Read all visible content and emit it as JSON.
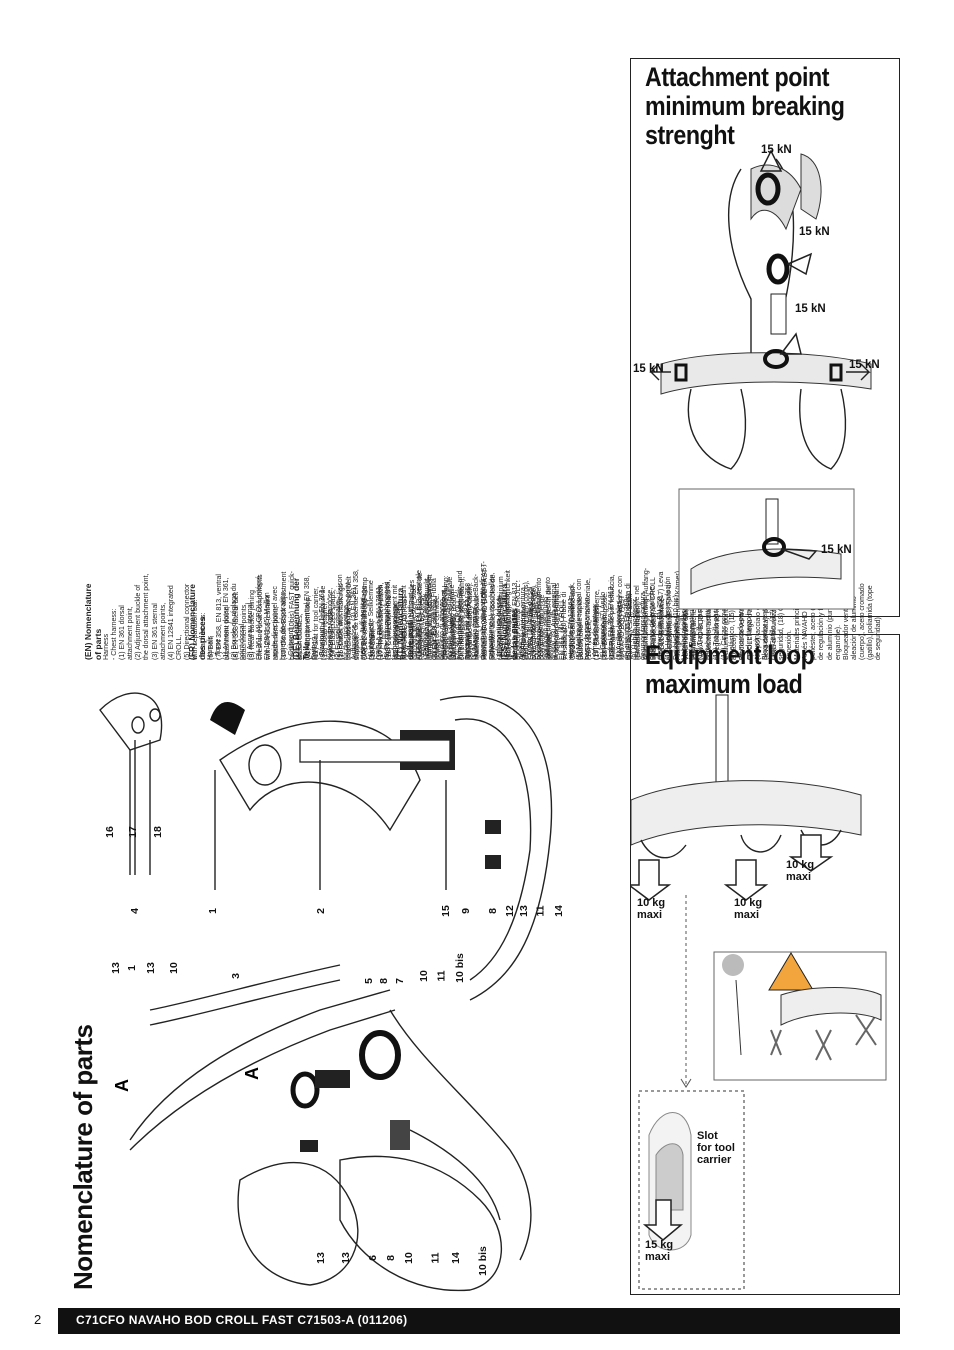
{
  "page": {
    "number": "2",
    "footer": "C71CFO NAVAHO BOD CROLL FAST  C71503-A (011206)"
  },
  "nomenclature": {
    "title": "Nomenclature of parts",
    "letter_a": "A",
    "callouts_left": [
      "13",
      "1",
      "13",
      "10",
      "3",
      "5",
      "8",
      "7",
      "10",
      "11",
      "10 bis"
    ],
    "callouts_bottom": [
      "13",
      "13",
      "6",
      "8",
      "10",
      "11",
      "14",
      "10 bis"
    ],
    "callouts_right": [
      "4",
      "16",
      "17",
      "18",
      "1",
      "2",
      "15",
      "9",
      "8",
      "12",
      "13",
      "11",
      "14"
    ]
  },
  "columns": [
    {
      "heading": "(EN) Nomenclature\nof parts",
      "body": "Harness\n- Chest harness:\n(1) EN 361 dorsal\nattachment point,\n(2) Adjustment buckle of\nthe dorsal attachment point,\n(3) EN 361 sternal\nattachment points,\n(4) EN 12841 integrated\nCROLL,\n(5) Directional connector\nwith separation bar.\n- Seat harness:\n(6) Belt,\n(7) EN 358, EN 813, ventral\nattachment point,\n(8) EN 358 lateral belt\nattachment points,\n(9) Rear buckle joining\nchest and seat components\nwith EN 358 restraint\nattachment point,\n(10) DoubleBack adjustment\nbuckles, (10bis) FAST quick-\nattach buckles,\n(11) Equipment loop,\n(12) Slot for tool carrier,\n(13) Strap retainer,\n(14) Elasticized straps,\n(15) Label with markings\nthat shows in the waist belt\nsupport.\nCROLL ventral rope clamp\n(16) Cam,\n(17) Trigger/safety catch,\n(18) Connection hole.\nPrincipal materials\nNAVAHO BOD FAST\nharness: polyester, steel\n(adjustment buckles),\naluminum alloy (attachment\npoints)\nCROLL ventral rope clamp:\naluminum alloy (body),\nchrome-plated steel (cam),\npolyamide (safety catch)."
    },
    {
      "heading": "(FR) Nomenclature\ndes pièces",
      "body": "Harnais\n- Torse :\n(1) Anneau dorsal EN 361,\n(2) Boucle de réglage du\npoint dorsal,\n(3) Anneau sternal\nEN 361, (4) CROLL intégré\nEN 12841, (5) Maillon\nrapide directionnel avec\nbarrette de séparation.\n- Cuissard :\n(6) Ceinture,\n(7) Anneau ventral EN 358,\nEN 813,\n(8) Anneaux latéraux de\nceinture EN 358,\n(9) Boucle arrière de liaison\ntorse-cuissard avec point\nd'attache de retenue EN 358,\n(10) Boucles de réglage\nDoubleBack,\n(10 bis) Boucles rapides\nFAST, (11) Porte-matériel,\n(12) Passant pour\nporte-outil, (13) Passant\npour sangle, (14) Sangles\nélastiques, (15) Étiquette de\nmarquage à ranger dans le\nrenfort de la ceinture.\nBloqueur ventral CROLL\n(16) Gâchette,\n(17) Taquet de sécurité,\n(18) Trou de connexion.\nMatériaux principaux\nHarnais NAVAHO BOD FAST :\npolyester, acier (boucles de\nréglage), alliage aluminium\n(points d'attache).\nBloqueur ventral CROLL :\nalliage aluminium (corps),\nacier chromé (gâchette),\npolyamide (taquet de\nsécurité)."
    },
    {
      "heading": "(DE) Benennung der\nTeile",
      "body": "Gurt\n- Brustgurt: (1) EN 361\nrückseitige Auffangöse,\n(2) Einstellschnalle\nfür die rückseitige\nAuffangöse, (3) EN 361\nsternale Auffangöse,\n(4) integrierte Seilklemme\nCROLL nach EN 12841,\n(5) Richtungsabhängiges\nVerbindungselement mit\nTrennsteg.\n- Sitzgurt: (6) Hüftgurt,\n(7) EN 358, EN 813, zentrale\nHalteöse am Schwerpunkt,\n(8) EN 358 seitliche\nHalteösen am Hüftgurt,\n(9) Rückseitige Schnalle\nzum Verbinden von Sitz- und\nBrustgurt mit der EN 358\nHalteöse, (10) DoubleBack-\nEinstellschnallen, (10bis) FAST-\nSchnellverschlussschnallen,\n(11) Materialschlaufe,\n(12) Befestigungsmöglichkeit\nfür Gerätehalter,\n(13) Riemenhalter,\n(14) Elastische Riemen,\n(15) Etikett mit\nKennzeichnungen in der\nPolsterung des Hüftgurts\nverstaubar.\nCROLL-Seilklemme auf\nBauchhöhe\n(16) Nocken,\n(17) Sicherheitssperre,\n(18) Befestigungsöse.\nMaterialien\nNAVAHO BOD FAST\nGurt: Polyester, Stahl\n(Einstellschnallen),\nAluminiumlegierung (Auffang-\nund Halteösen).\nCROLL-Seilklemme\nauf Bauchhöhe:\nAluminiumlegierung (Körper),\nverchromter Stahl (Nocken),\nPolyamid (Sicherheitssperre)."
    },
    {
      "heading": "(IT) Nomenclatura\ndelle parti",
      "body": "Imbracatura\n- Pettorale: (1) Anello\ndorsale EN 361, (2) Fibbia\ndel punto di attacco\ndorsale, (3) Anello sternale\nEN 361, (4) CROLL\nintegrato EN 12841,\n(5) Maglia rapida\ndirezionale con barretta di\nseparazione.\n- Imbracatura bassa:\n(6) Cintura, (7) Anello\nventrale EN 358, EN 813,\n(8) Anelli laterali cintura\nEN 358, (9) Fibbia\nposteriore di collegamento\npettorale cintura con punto\ndi attacco di trattenuta\nEN 358, (10) Fibbie di\nregolazione DoubleBack,\n(10bis) Fibbie rapide\nFAST, (11) Portamateriale,\n(12) Passante per\nportamateriale,\n(13) Passante per fettuccia,\n(14) Fettucce elastiche con\nelastico, (15) Etichetta di\nmarcatura da riporre nel\nrinforzo della cintura.\nBloccante ventrale CROLL\n(16) Leva dentata, (17) Leva\ndi sicurezza, (18) Foro di\ncollegamento.\nMateriali principali\nImbracatura\nNAVAHO BOD FAST:\npoliestere, acciaio (fibbie\ndi regolazione) lega\nd'alluminio (punti di\nattacco).\nBloccante ventrale\nCROLL: lega d'alluminio\n(corpo), acciaio cromato\n(leva dentata), poliammide\n(leva di sicurezza)."
    },
    {
      "heading": "(ES) Nomenclatura\nde las partes",
      "body": "Arnés\n- Torso: (1) Anillo dorsal\nEN 361, (2) Hebilla de\nregulación del punto\ndorsal, (3) Anillo esternal\nEN 361, (4) CROLL\nintegrado EN 12841,\n(5) Maillon direccional con\nbarra de separación.\n- Arnés de cintura:\n(6) Cinturón, (7) Anillo\nventral EN 358, EN 813,\n(8) Anillos laterales\ndel cinturón EN 358,\n(9) Hebilla posterior\nde unión torso-cintura\ncon punto de enganche\nde retención EN 358,\n(10) Hebillas de regulación\nDoubleBack, (10 bis)\nHebillas rápidas FAST,\n(11) Portamaterial,\n(12) Trabilla para\nportaherramientas,\n(13) Trabilla para cinta,\n(14) Cintas provistas de\nun elástico, (15) Etiqueta\nde marcado para guardar\nen el refuerzo interior del\ncinturón.\nBloqueador ventral CROLL\n(16) Gatillo, (17) Tope de\nseguridad, (18) Orificio de\nconexión.\nMateriales principales:\nArnés NAVAHO BOD FAST:\npoliéster, acero (hebillas\nde regulación y fijación),\nde aluminio (puntos de\nenganche).\nBloqueador ventral CROLL:\naleación de aluminio\n(cuerpo), acero cromado\n(gatillo), poliamida (tope\nde seguridad)."
    }
  ],
  "attachment_box": {
    "title": "Attachment point\nminimum breaking\nstrenght",
    "labels": [
      "15 kN",
      "15 kN",
      "15 kN",
      "15 kN",
      "15 kN",
      "15 kN"
    ]
  },
  "equipment_box": {
    "title": "Equipment loop\nmaximum load",
    "loads": [
      "10 kg\nmaxi",
      "10 kg\nmaxi",
      "10 kg\nmaxi"
    ],
    "slot_label": "Slot\nfor tool\ncarrier",
    "slot_load": "15 kg\nmaxi"
  }
}
